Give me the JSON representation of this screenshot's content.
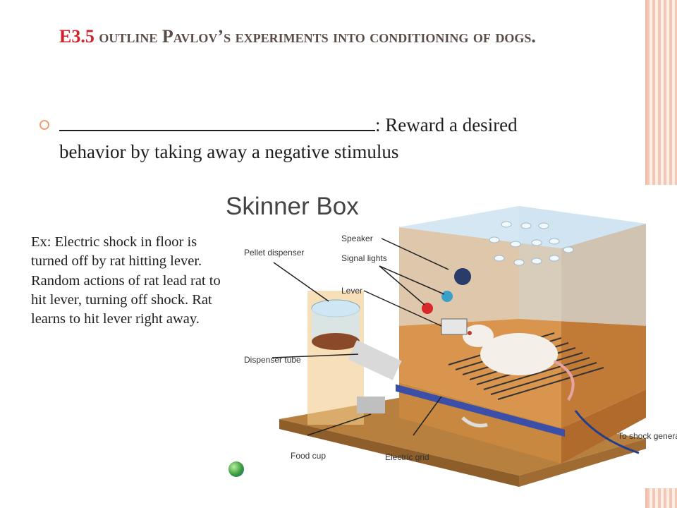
{
  "slide": {
    "title_code": "E3.5",
    "title_text": "outline Pavlov’s experiments into conditioning of dogs.",
    "bullet_text": ": Reward a desired behavior  by taking away a negative stimulus",
    "example_text": "Ex: Electric shock in floor is turned off by rat hitting lever. Random actions of rat lead rat to hit lever, turning off shock.  Rat learns to hit lever right away."
  },
  "figure": {
    "title": "Skinner Box",
    "labels": {
      "speaker": "Speaker",
      "signal_lights": "Signal lights",
      "lever": "Lever",
      "pellet_dispenser": "Pellet dispenser",
      "dispenser_tube": "Dispenser tube",
      "food_cup": "Food cup",
      "electric_grid": "Electric grid",
      "shock_generator": "To shock generator"
    }
  },
  "colors": {
    "title_code": "#d21f2b",
    "title_text": "#5a4d48",
    "accent_stripes": "#f4c7b5",
    "bullet": "#f0a070"
  }
}
